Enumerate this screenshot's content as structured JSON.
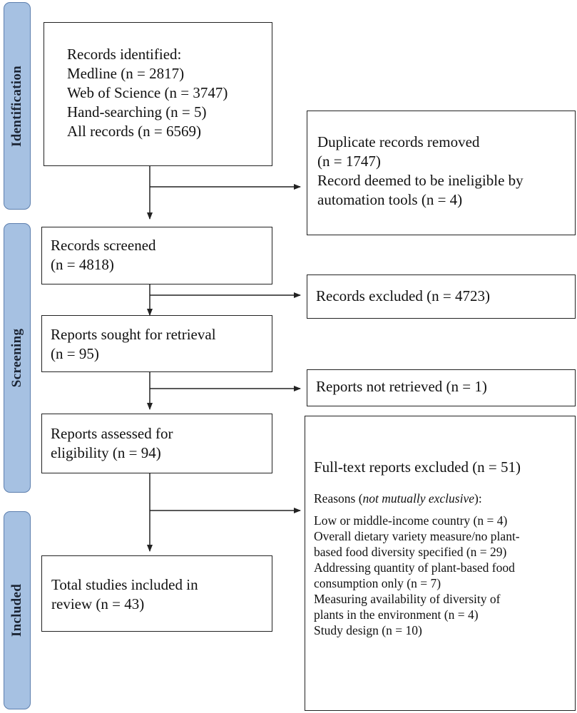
{
  "phases": {
    "identification": "Identification",
    "screening": "Screening",
    "included": "Included"
  },
  "records_identified": {
    "heading": "Records identified:",
    "medline": "Medline (n = 2817)",
    "wos": "Web of Science (n = 3747)",
    "hand": "Hand-searching (n = 5)",
    "all": "All records (n = 6569)"
  },
  "removed_before_screening": {
    "line1": "Duplicate records removed",
    "line2": "(n = 1747)",
    "line3": "Record deemed to be ineligible by",
    "line4": "automation tools (n = 4)"
  },
  "records_screened": {
    "line1": "Records screened",
    "line2": "(n = 4818)"
  },
  "records_excluded": {
    "line1": "Records excluded (n = 4723)"
  },
  "reports_sought": {
    "line1": "Reports sought for retrieval",
    "line2": "(n = 95)"
  },
  "reports_not_retrieved": {
    "line1": "Reports not retrieved (n = 1)"
  },
  "reports_assessed": {
    "line1": "Reports assessed for",
    "line2": "eligibility (n = 94)"
  },
  "fulltext_excluded": {
    "title": "Full-text reports excluded (n = 51)",
    "reasons_prefix": "Reasons (",
    "reasons_italic": "not mutually exclusive",
    "reasons_suffix": "):",
    "r1": "Low or middle-income country (n = 4)",
    "r2a": "Overall dietary variety measure/no plant-",
    "r2b": "based food diversity specified (n = 29)",
    "r3a": "Addressing quantity of plant-based food",
    "r3b": "consumption only (n = 7)",
    "r4a": "Measuring availability of diversity of",
    "r4b": "plants in the environment (n = 4)",
    "r5": "Study design (n = 10)"
  },
  "included": {
    "line1": "Total studies included in",
    "line2": "review (n = 43)"
  },
  "colors": {
    "phase_fill": "#a6c1e2",
    "phase_border": "#5d7fae",
    "line": "#222222"
  }
}
